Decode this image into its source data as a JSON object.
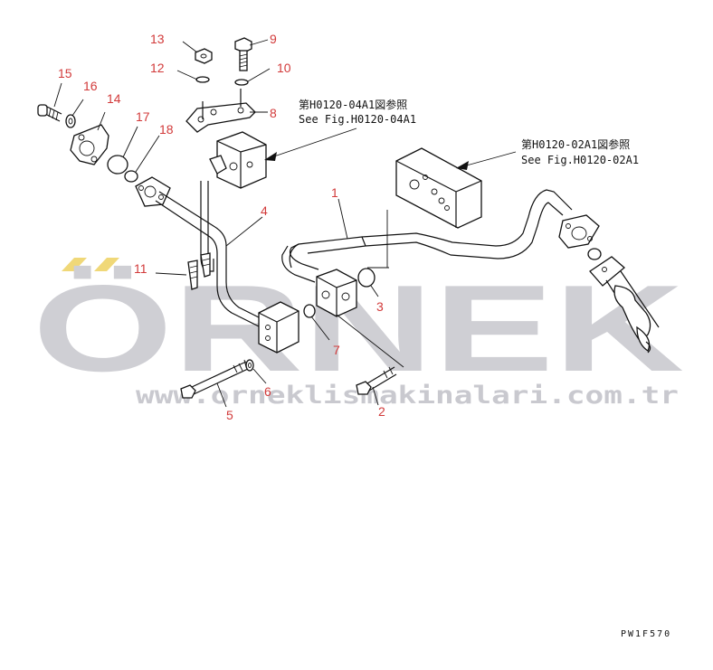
{
  "watermark": {
    "brand": "ÖRNEK",
    "url": "www.orneklismakinalari.com.tr"
  },
  "references": [
    {
      "line1": "第H0120-04A1図参照",
      "line2": "See Fig.H0120-04A1"
    },
    {
      "line1": "第H0120-02A1図参照",
      "line2": "See Fig.H0120-02A1"
    }
  ],
  "part_numbers": [
    "1",
    "2",
    "3",
    "4",
    "5",
    "6",
    "7",
    "8",
    "9",
    "10",
    "11",
    "12",
    "13",
    "14",
    "15",
    "16",
    "17",
    "18"
  ],
  "drawing_code": "PW1F570",
  "colors": {
    "callout": "#d23a3a",
    "watermark": "#cfcfd4",
    "accent": "#e8c64a"
  }
}
